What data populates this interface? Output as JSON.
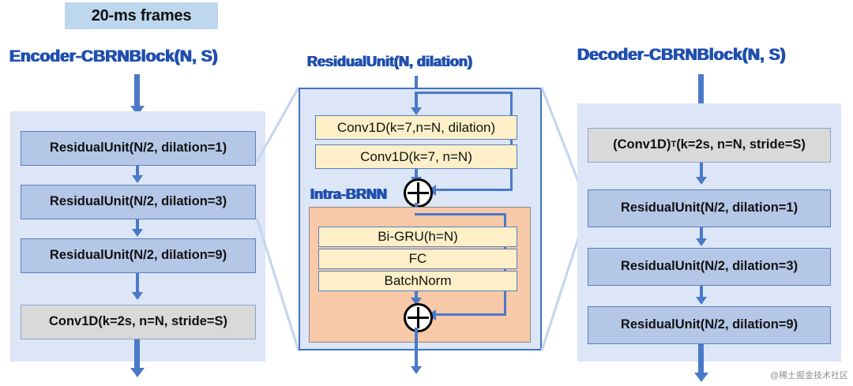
{
  "header": {
    "chip_label": "20-ms frames"
  },
  "encoder": {
    "title": "Encoder-CBRNBlock(N, S)",
    "nodes": [
      {
        "label": "ResidualUnit(N/2, dilation=1)",
        "style": "resid"
      },
      {
        "label": "ResidualUnit(N/2, dilation=3)",
        "style": "resid"
      },
      {
        "label": "ResidualUnit(N/2, dilation=9)",
        "style": "resid"
      },
      {
        "label": "Conv1D(k=2s, n=N, stride=S)",
        "style": "gray"
      }
    ]
  },
  "residual_unit": {
    "title": "ResidualUnit(N, dilation)",
    "conv_nodes": [
      {
        "label": "Conv1D(k=7,n=N, dilation)"
      },
      {
        "label": "Conv1D(k=7, n=N)"
      }
    ],
    "inner_title": "Intra-BRNN",
    "inner_nodes": [
      {
        "label": "Bi-GRU(h=N)"
      },
      {
        "label": "FC"
      },
      {
        "label": "BatchNorm"
      }
    ],
    "operators": [
      {
        "name": "add-operator-outer",
        "glyph": "plus-circle-icon"
      },
      {
        "name": "add-operator-inner",
        "glyph": "plus-circle-icon"
      }
    ]
  },
  "decoder": {
    "title": "Decoder-CBRNBlock(N, S)",
    "nodes": [
      {
        "label_prefix": "(Conv1D)",
        "label_sup": "T",
        "label_suffix": " (k=2s, n=N, stride=S)",
        "style": "gray"
      },
      {
        "label": "ResidualUnit(N/2, dilation=1)",
        "style": "resid"
      },
      {
        "label": "ResidualUnit(N/2, dilation=3)",
        "style": "resid"
      },
      {
        "label": "ResidualUnit(N/2, dilation=9)",
        "style": "resid"
      }
    ]
  },
  "watermark": {
    "text": "@稀土掘金技术社区"
  },
  "colors": {
    "title_blue": "#1f4fae",
    "arrow_blue": "#4a79c8",
    "panel_fill": "#dce6f6",
    "resid_fill": "#b4c7e7",
    "gray_fill": "#d9d9d9",
    "yellow_fill": "#fdf0c8",
    "orange_fill": "#f7c9a9",
    "chip_fill": "#bdd7ee",
    "funnel_stroke": "#c6d6f0"
  }
}
